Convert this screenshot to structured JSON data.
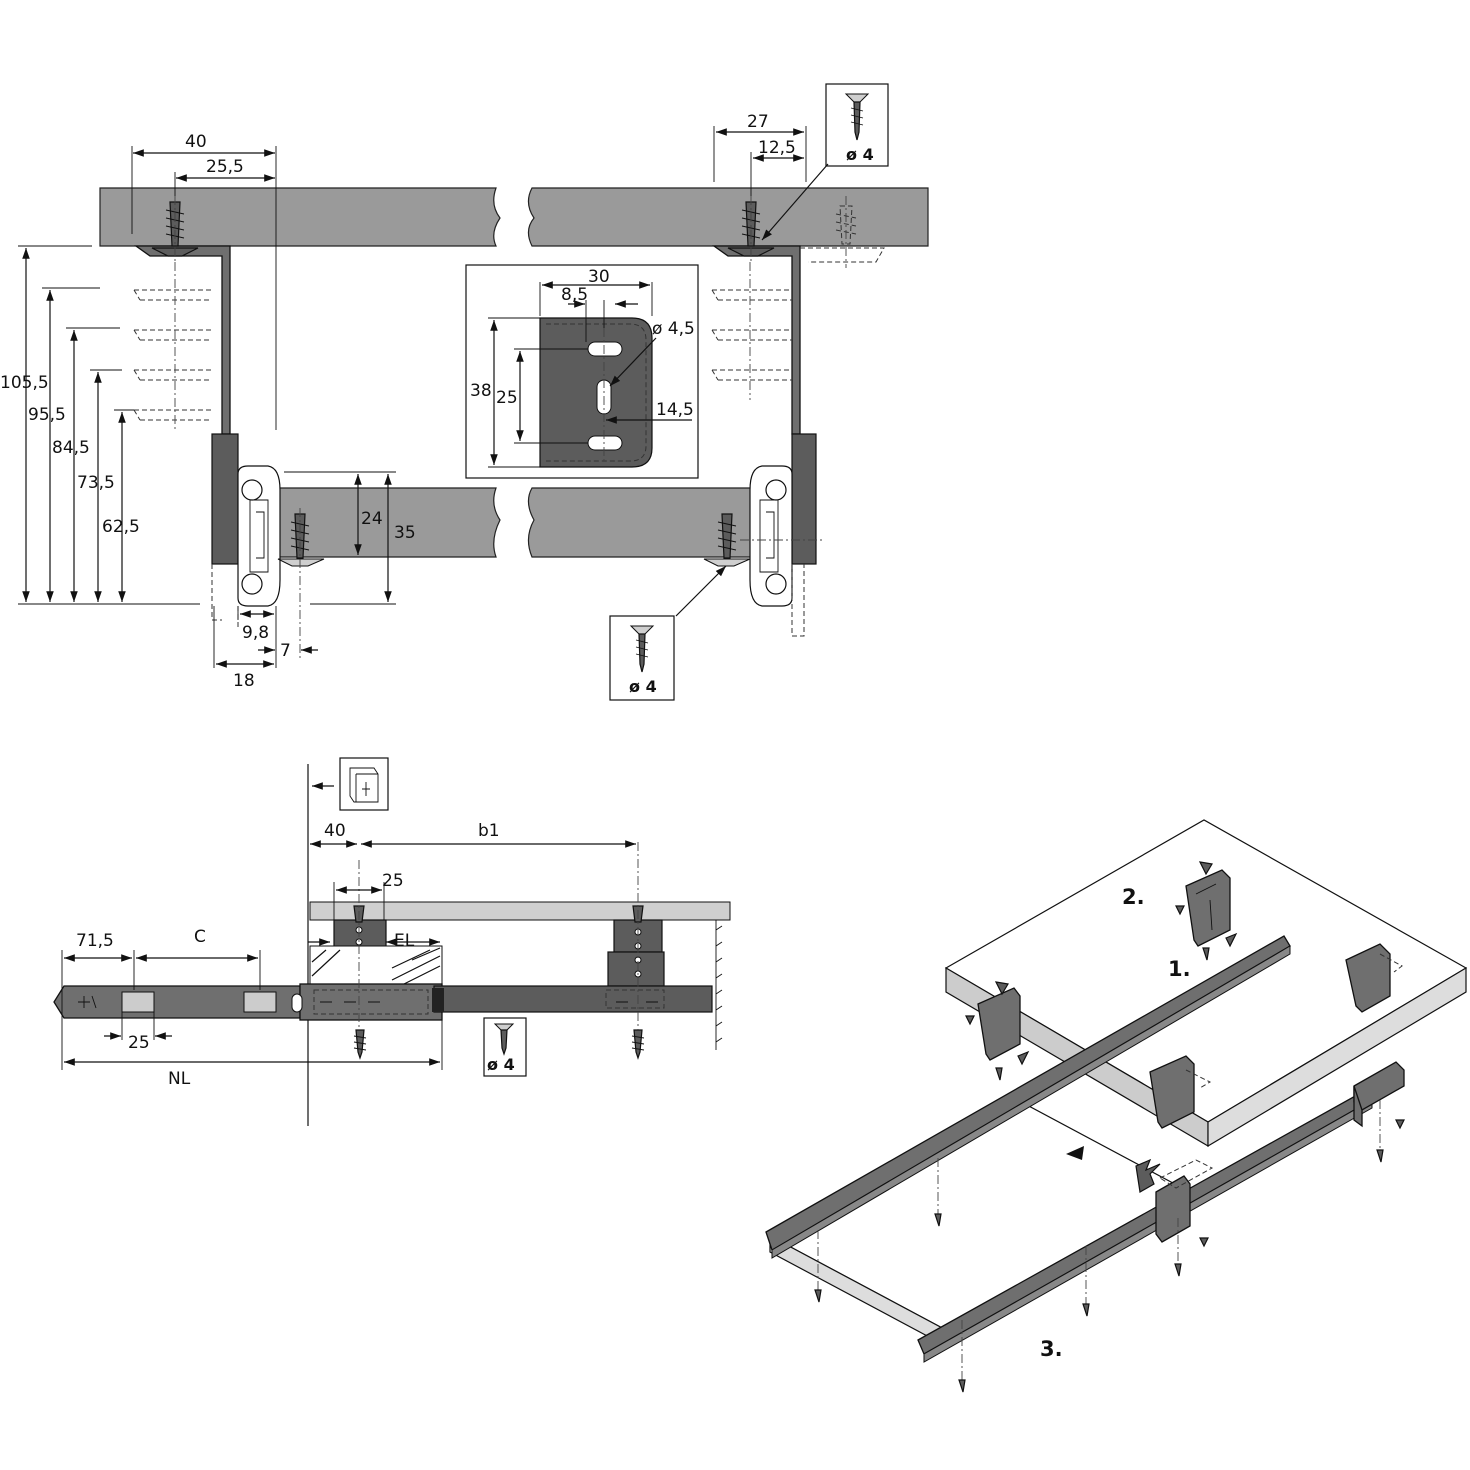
{
  "section_view": {
    "left_dims": {
      "top_40": "40",
      "top_25_5": "25,5",
      "h_105_5": "105,5",
      "h_95_5": "95,5",
      "h_84_5": "84,5",
      "h_73_5": "73,5",
      "h_62_5": "62,5",
      "bottom_9_8": "9,8",
      "bottom_7": "7",
      "bottom_18": "18",
      "drawer_24": "24",
      "drawer_35": "35"
    },
    "right_dims": {
      "top_27": "27",
      "top_12_5": "12,5"
    },
    "bracket_detail": {
      "w_30": "30",
      "w_8_5": "8,5",
      "dia_4_5": "ø 4,5",
      "h_38": "38",
      "h_25": "25",
      "d_14_5": "14,5"
    },
    "screw_top_label": "ø 4",
    "screw_bottom_label": "ø 4"
  },
  "side_view": {
    "d_40": "40",
    "d_b1": "b1",
    "d_25_top": "25",
    "d_EL": "EL",
    "d_71_5": "71,5",
    "d_C": "C",
    "d_25_bottom": "25",
    "d_NL": "NL",
    "screw_label": "ø 4"
  },
  "assembly": {
    "step_1": "1.",
    "step_2": "2.",
    "step_3": "3."
  }
}
